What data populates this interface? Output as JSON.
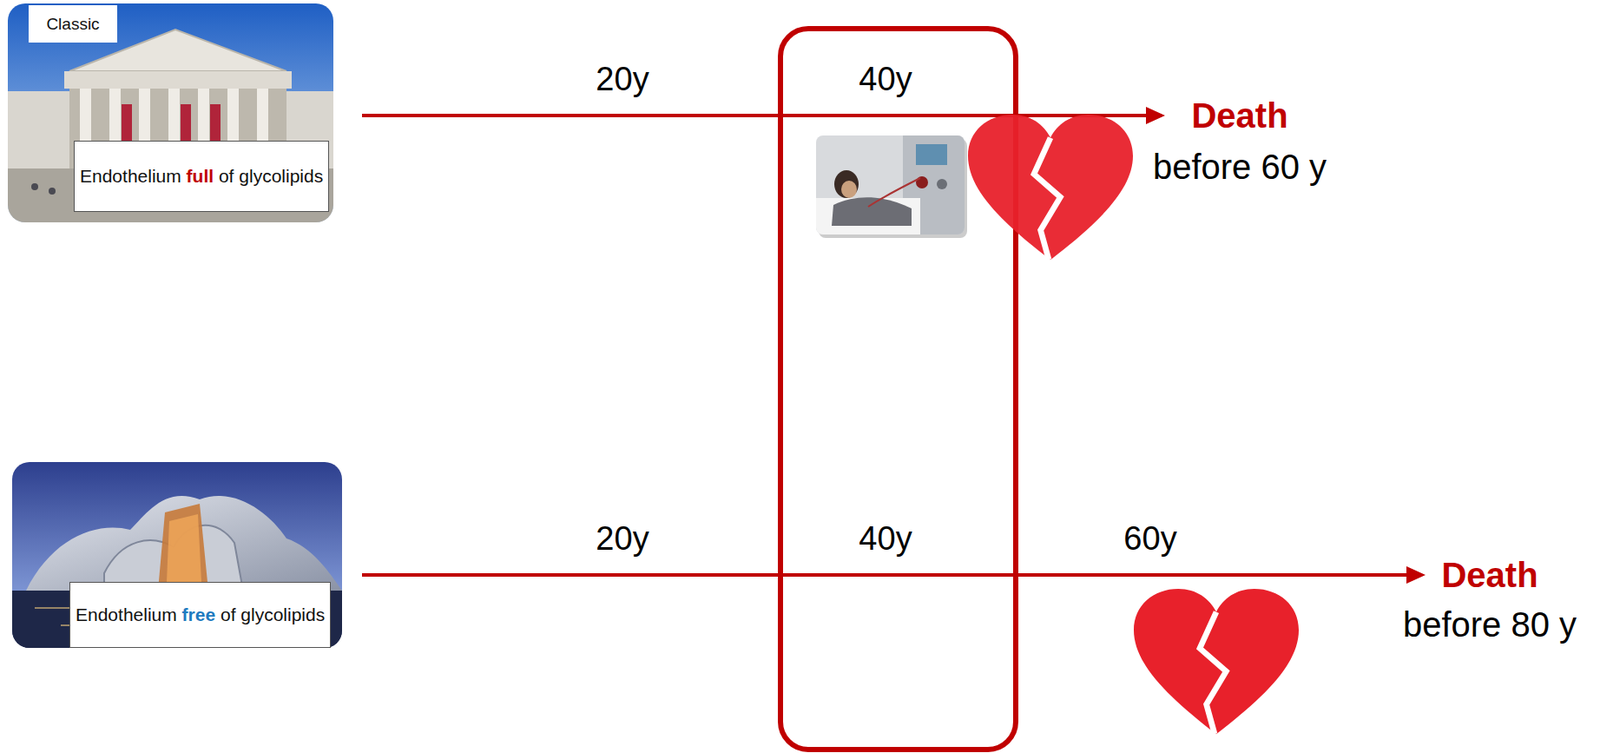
{
  "diagram": {
    "nodes": [
      {
        "text": [
          "Classic"
        ]
      },
      {
        "text": [
          "Endothelium full of glycolipids"
        ]
      },
      {
        "text": [
          "Endothelium free of glycolipids"
        ]
      }
    ],
    "labels": [
      "20y",
      "40y",
      "Death",
      "before 60 y",
      "20y",
      "40y",
      "60y",
      "Death",
      "before 80 y"
    ]
  }
}
